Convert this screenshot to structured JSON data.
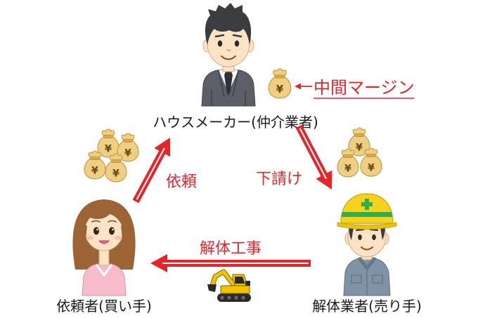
{
  "nodes": {
    "house_maker": "ハウスメーカー(仲介業者)",
    "client": "依頼者(買い手)",
    "demolition_contractor": "解体業者(売り手)"
  },
  "flows": {
    "request": "依頼",
    "subcontract": "下請け",
    "demolition_work": "解体工事"
  },
  "margin": {
    "label": "中間マージン"
  },
  "money": {
    "symbol": "¥"
  },
  "icons": {
    "money": "money-bag",
    "machinery": "excavator",
    "margin_pointer": "left-arrow"
  },
  "colors": {
    "accent_red": "#e6252b",
    "money_bag": "#efcf84",
    "hard_hat": "#f4d21f",
    "hard_hat_mark": "#2fae4a"
  }
}
